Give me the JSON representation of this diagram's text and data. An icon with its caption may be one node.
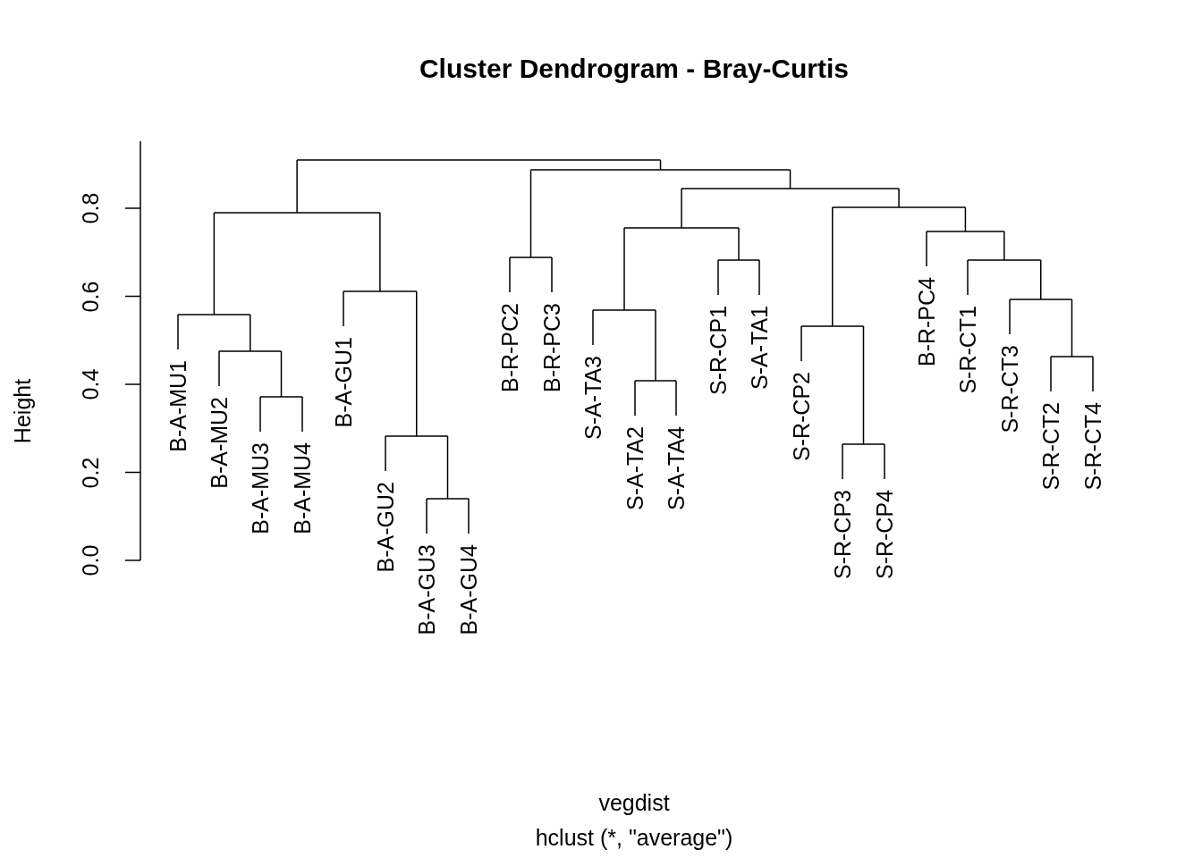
{
  "diagram": {
    "title": "Cluster Dendrogram - Bray-Curtis",
    "caption": "hclust (*, \"average\")",
    "labels": [
      "Height",
      "0.0",
      "0.2",
      "0.4",
      "0.6",
      "0.8",
      "B-A-MU1",
      "B-A-MU2",
      "B-A-MU3",
      "B-A-MU4",
      "B-A-GU1",
      "B-A-GU2",
      "B-A-GU3",
      "B-A-GU4",
      "B-R-PC2",
      "B-R-PC3",
      "S-A-TA3",
      "S-A-TA2",
      "S-A-TA4",
      "S-R-CP1",
      "S-A-TA1",
      "S-R-CP2",
      "S-R-CP3",
      "S-R-CP4",
      "B-R-PC4",
      "S-R-CT1",
      "S-R-CT3",
      "S-R-CT2",
      "S-R-CT4",
      "vegdist"
    ]
  }
}
